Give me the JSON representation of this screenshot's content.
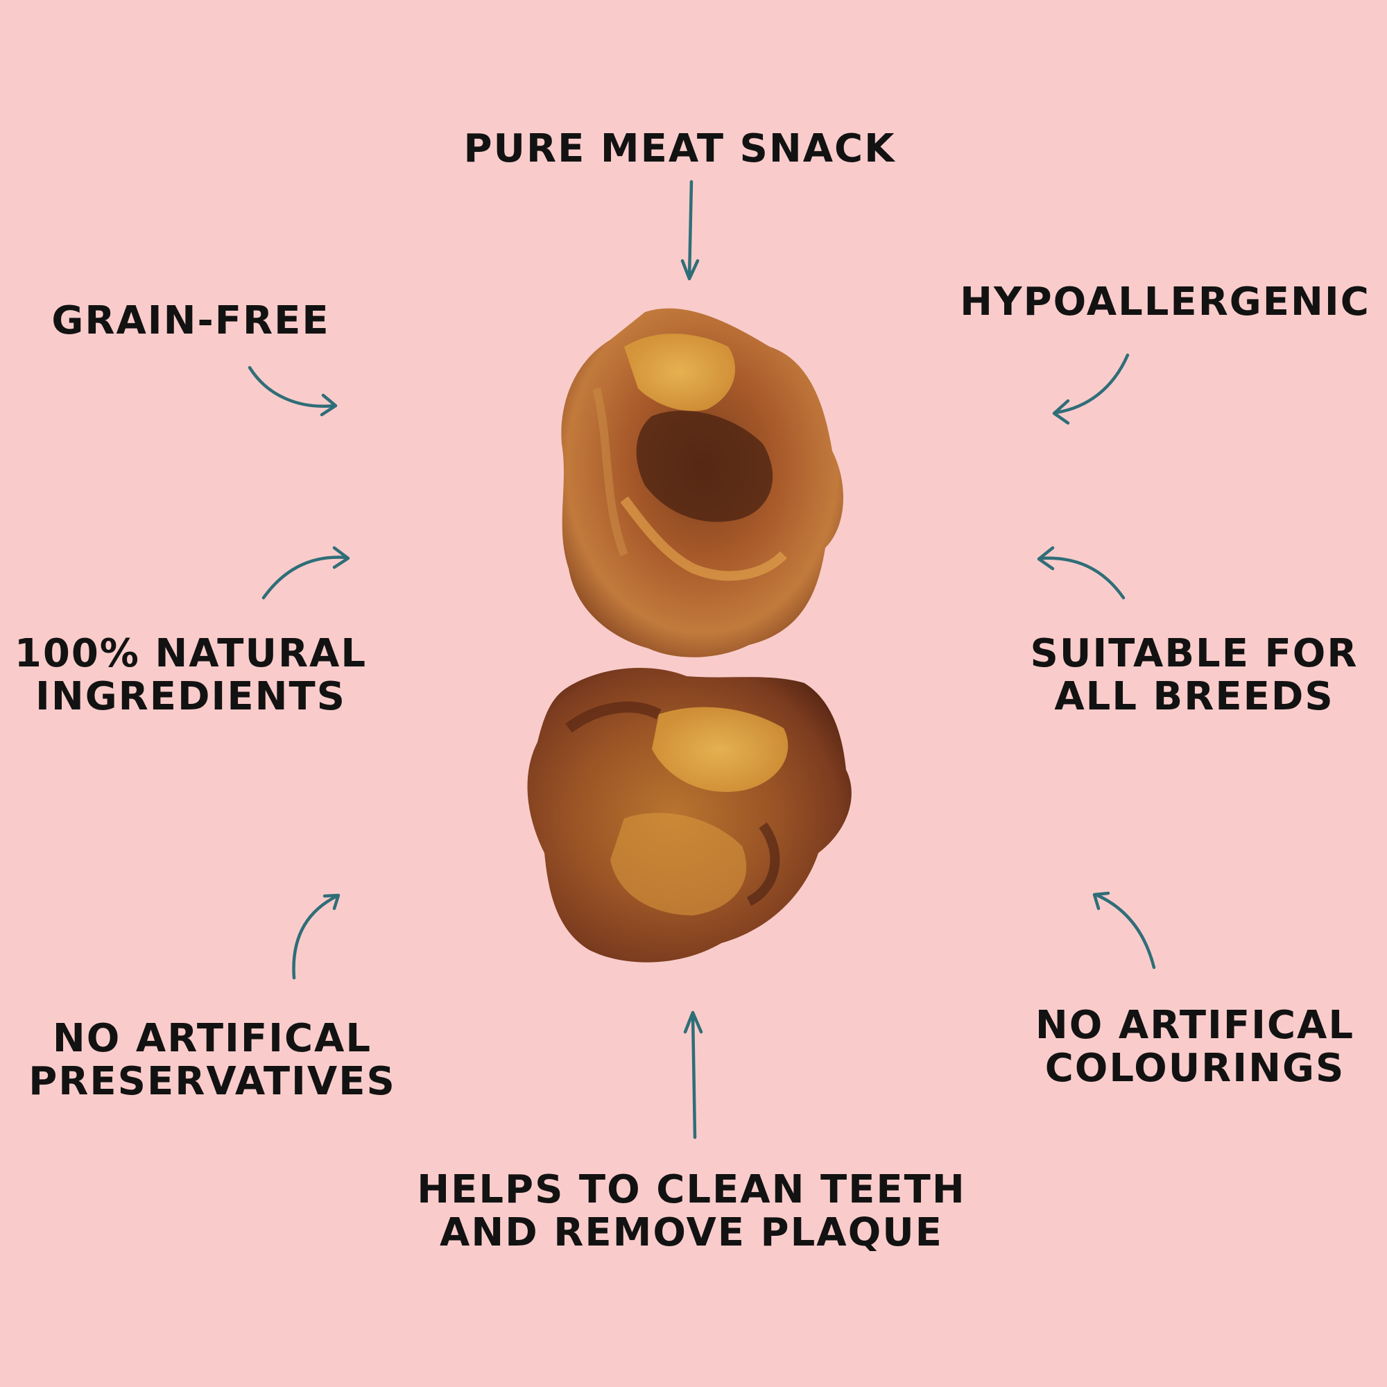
{
  "background_color": "#f9cccb",
  "text_color": "#121212",
  "arrow_color": "#2f6e78",
  "labels": {
    "pure_meat_snack": "PURE MEAT SNACK",
    "grain_free": "GRAIN-FREE",
    "hypoallergenic": "HYPOALLERGENIC",
    "natural_ingredients": [
      "100% NATURAL",
      "INGREDIENTS"
    ],
    "suitable_for_all_breeds": [
      "SUITABLE FOR",
      "ALL BREEDS"
    ],
    "no_artificial_preservatives": [
      "NO ARTIFICAL",
      "PRESERVATIVES"
    ],
    "no_artificial_colourings": [
      "NO ARTIFICAL",
      "COLOURINGS"
    ],
    "clean_teeth": [
      "HELPS TO CLEAN TEETH",
      "AND REMOVE PLAQUE"
    ]
  },
  "icons": [
    "arrow-icon"
  ]
}
